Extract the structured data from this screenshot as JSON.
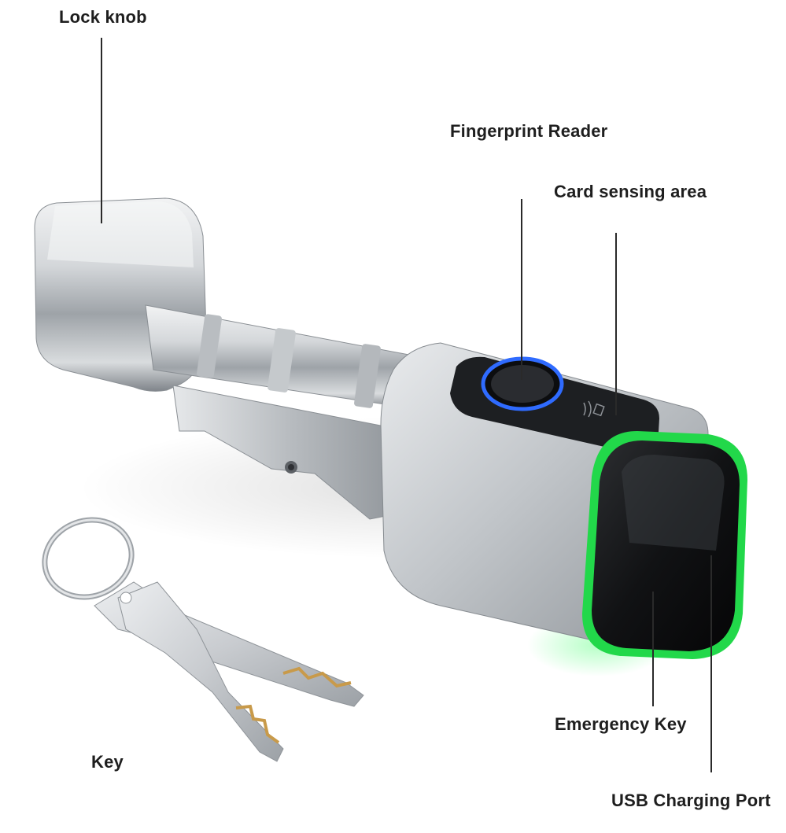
{
  "labels": {
    "lock_knob": "Lock knob",
    "fingerprint_reader": "Fingerprint Reader",
    "card_sensing_area": "Card sensing area",
    "emergency_key": "Emergency Key",
    "key": "Key",
    "usb_charging_port": "USB Charging Port"
  },
  "colors": {
    "led_ring": "#22d84a",
    "fingerprint_ring": "#2f6bff",
    "body_silver": "#c7cacd",
    "end_cap": "#111214"
  }
}
